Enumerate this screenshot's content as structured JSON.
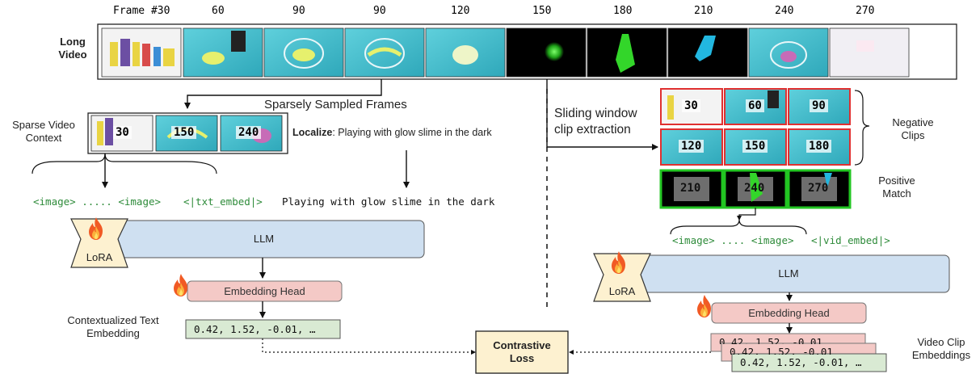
{
  "long_video": {
    "label_line1": "Long",
    "label_line2": "Video",
    "frame_numbers": [
      "Frame #30",
      "60",
      "90",
      "90",
      "120",
      "150",
      "180",
      "210",
      "240",
      "270"
    ]
  },
  "left": {
    "sparse_title": "Sparsely Sampled Frames",
    "sparse_label_line1": "Sparse Video",
    "sparse_label_line2": "Context",
    "sparse_frames": [
      "30",
      "150",
      "240"
    ],
    "localize_key": "Localize",
    "localize_text": ": Playing with glow slime in the dark",
    "tokens_image": "<image> ..... <image>",
    "tokens_embed": "<|txt_embed|>",
    "query_text": "Playing with glow slime in the dark",
    "llm": "LLM",
    "lora": "LoRA",
    "embedding_head": "Embedding Head",
    "embedding_values": "0.42, 1.52, -0.01, …",
    "embedding_label_line1": "Contextualized Text",
    "embedding_label_line2": "Embedding"
  },
  "right": {
    "sliding_line1": "Sliding window",
    "sliding_line2": "clip extraction",
    "negative_clips": [
      "30",
      "60",
      "90",
      "120",
      "150",
      "180"
    ],
    "negative_label_line1": "Negative",
    "negative_label_line2": "Clips",
    "positive_clips": [
      "210",
      "240",
      "270"
    ],
    "positive_label_line1": "Positive",
    "positive_label_line2": "Match",
    "tokens_image": "<image> .... <image>",
    "tokens_embed": "<|vid_embed|>",
    "llm": "LLM",
    "lora": "LoRA",
    "embedding_head": "Embedding Head",
    "embedding_values_back": "0.42, 1.52, -0.01",
    "embedding_values_mid": "0.42, 1.52, -0.01",
    "embedding_values_front": "0.42, 1.52, -0.01, …",
    "embedding_label_line1": "Video Clip",
    "embedding_label_line2": "Embeddings"
  },
  "center": {
    "loss_line1": "Contrastive",
    "loss_line2": "Loss"
  },
  "colors": {
    "llm_fill": "#cfe0f1",
    "head_fill": "#f4c9c6",
    "emb_fill": "#d9ead3",
    "loss_fill": "#fdf1d0",
    "token_green": "#2e8b3a",
    "neg_border": "#e03030",
    "pos_border": "#22c522",
    "teal": "#46bfcf"
  }
}
